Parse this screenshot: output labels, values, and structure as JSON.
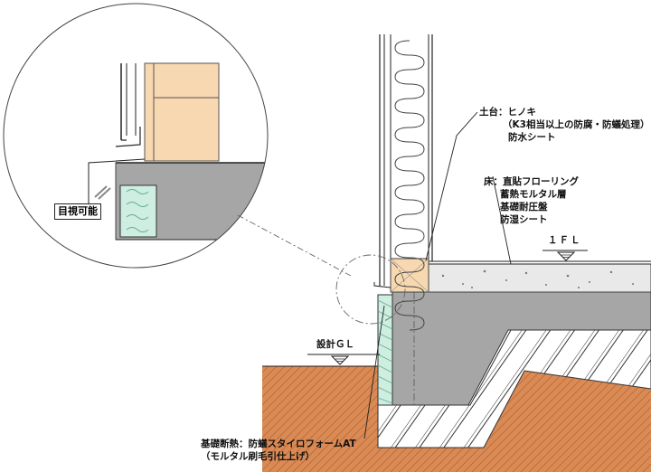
{
  "detail": {
    "callout_label": "目視可能"
  },
  "labels": {
    "dodai": {
      "prefix": "土台：",
      "line1": "ヒノキ",
      "line2": "（K3相当以上の防腐・防蟻処理）",
      "line3": "防水シート"
    },
    "floor": {
      "prefix": "床：",
      "line1": "直貼フローリング",
      "line2": "蓄熱モルタル層",
      "line3": "基礎耐圧盤",
      "line4": "防湿シート"
    },
    "fl_mark": "１ＦＬ",
    "gl_mark": "設計ＧＬ",
    "insulation": {
      "line1": "基礎断熱：防蟻スタイロフォームAT",
      "line2": "（モルタル刷毛引仕上げ）"
    }
  },
  "colors": {
    "soil": "#d98a55",
    "concrete": "#a6a6a6",
    "insulation": "#cdeee0",
    "wood": "#f7d8b0",
    "floor_mortar": "#e9e9e9"
  }
}
